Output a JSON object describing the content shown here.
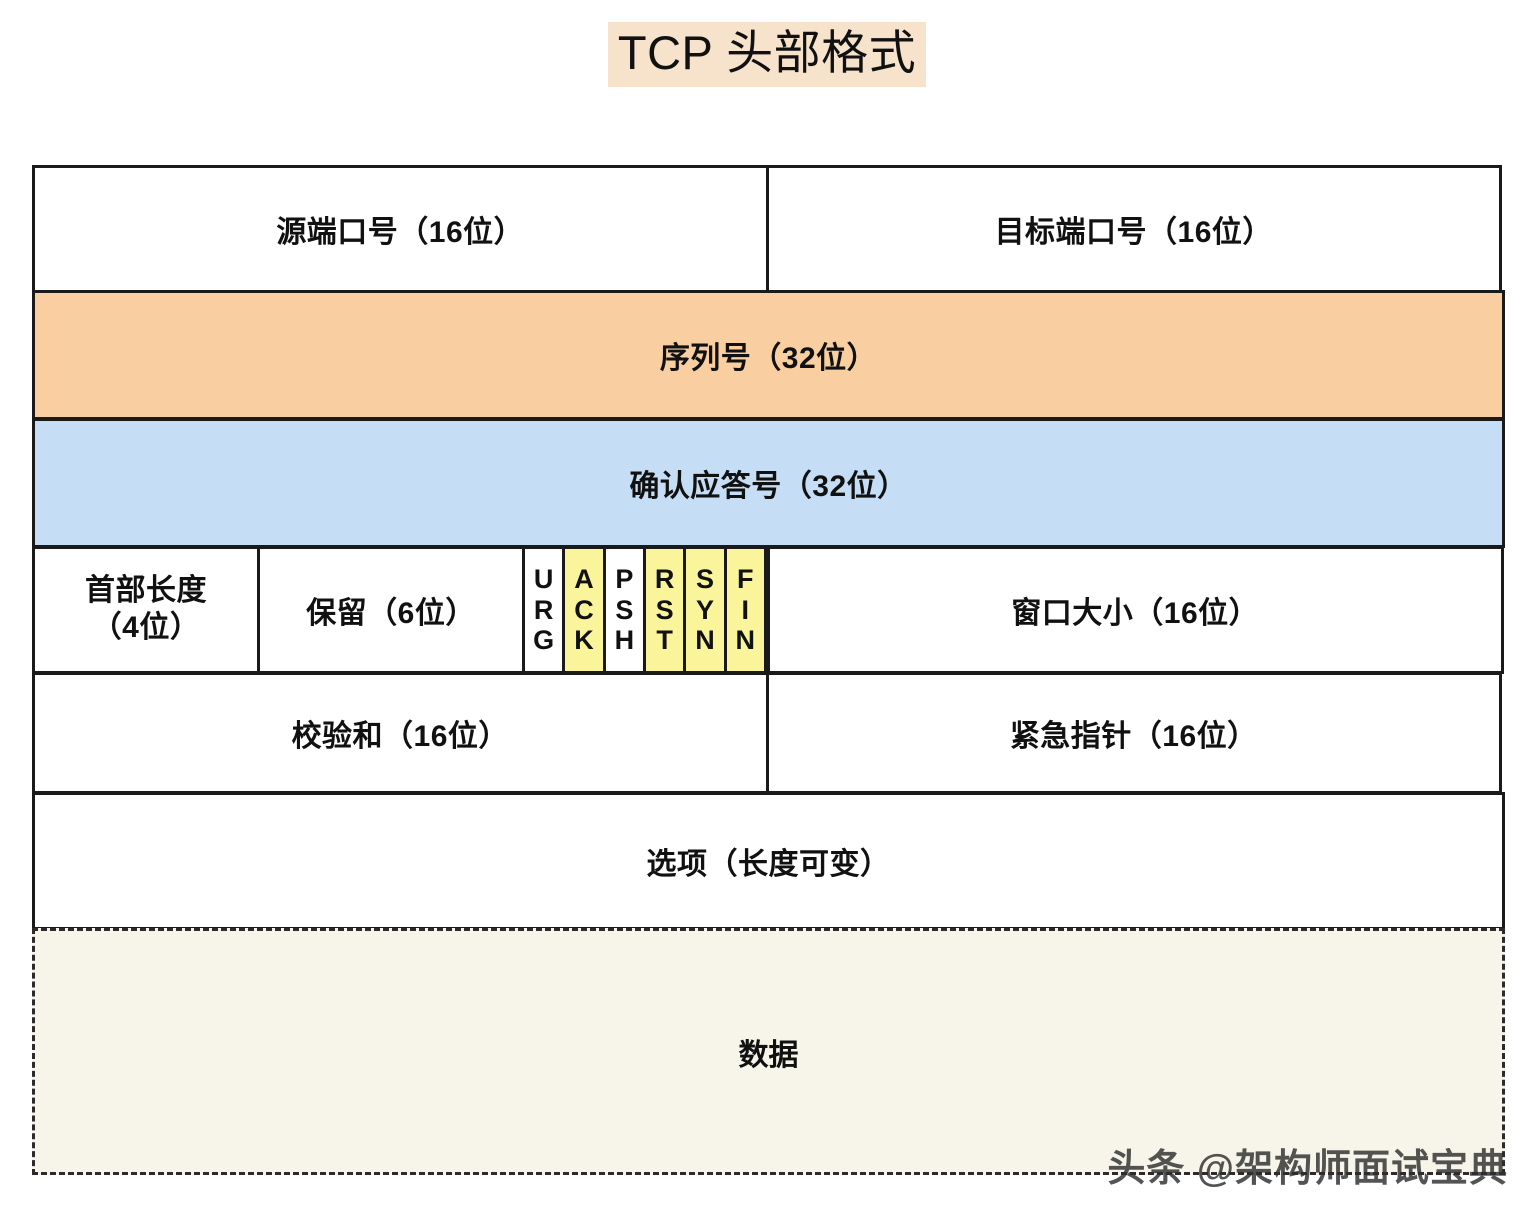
{
  "title": "TCP 头部格式",
  "title_highlight_color": "#F7E2CC",
  "colors": {
    "sequence_row": "#F9CFA1",
    "ack_row": "#C6DEF5",
    "flag_highlight": "#FAF59B",
    "data_row": "#F7F5EA",
    "border": "#1a1a1a"
  },
  "rows": {
    "ports": {
      "source_port": "源端口号（16位）",
      "dest_port": "目标端口号（16位）"
    },
    "sequence": {
      "label": "序列号（32位）"
    },
    "acknowledgement": {
      "label": "确认应答号（32位）"
    },
    "control": {
      "header_length_line1": "首部长度",
      "header_length_line2": "（4位）",
      "reserved": "保留（6位）",
      "window_size": "窗口大小（16位）",
      "flags": [
        {
          "name": "URG",
          "l1": "U",
          "l2": "R",
          "l3": "G",
          "highlighted": false
        },
        {
          "name": "ACK",
          "l1": "A",
          "l2": "C",
          "l3": "K",
          "highlighted": true
        },
        {
          "name": "PSH",
          "l1": "P",
          "l2": "S",
          "l3": "H",
          "highlighted": false
        },
        {
          "name": "RST",
          "l1": "R",
          "l2": "S",
          "l3": "T",
          "highlighted": true
        },
        {
          "name": "SYN",
          "l1": "S",
          "l2": "Y",
          "l3": "N",
          "highlighted": true
        },
        {
          "name": "FIN",
          "l1": "F",
          "l2": "I",
          "l3": "N",
          "highlighted": true
        }
      ]
    },
    "checksum": {
      "checksum": "校验和（16位）",
      "urgent_pointer": "紧急指针（16位）"
    },
    "options": {
      "label": "选项（长度可变）"
    },
    "data": {
      "label": "数据"
    }
  },
  "watermark": "头条 @架构师面试宝典"
}
